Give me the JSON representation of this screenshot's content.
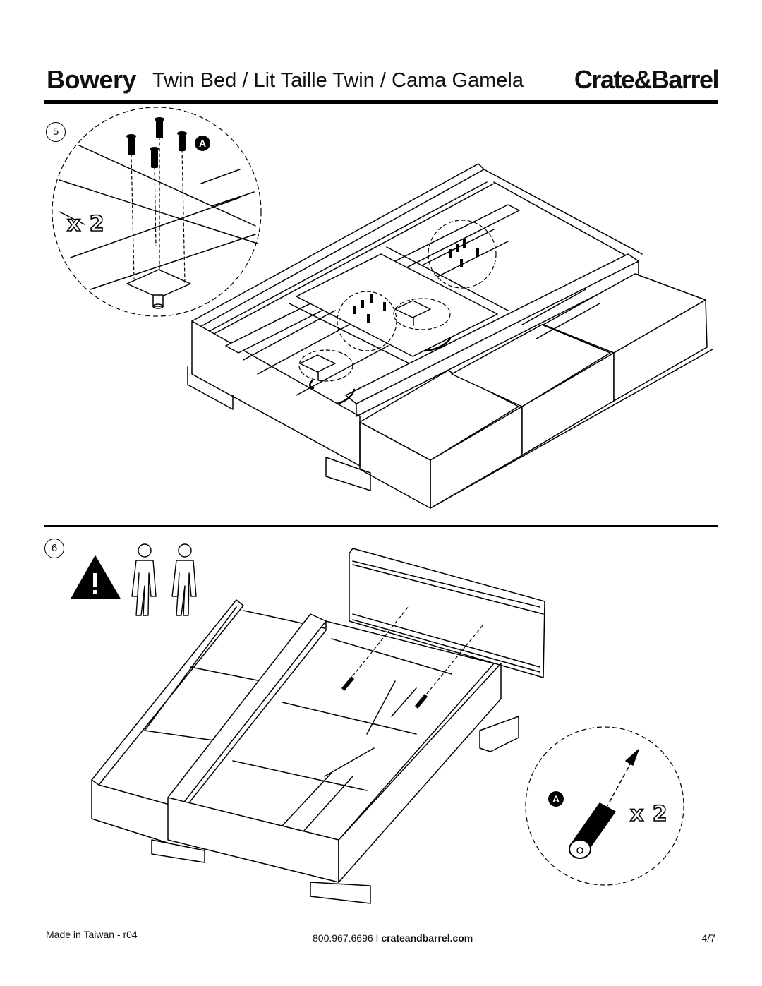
{
  "header": {
    "title_bold": "Bowery",
    "title_rest": "Twin Bed / Lit Taille Twin / Cama Gamela",
    "brand": "Crate&Barrel"
  },
  "steps": [
    {
      "number": "5",
      "part_label": "A",
      "quantity": "x 2"
    },
    {
      "number": "6",
      "part_label": "A",
      "quantity": "x 2"
    }
  ],
  "footer": {
    "made_in": "Made in Taiwan - r04",
    "phone": "800.967.6696",
    "separator": "I",
    "website": "crateandbarrel.com",
    "page": "4/7"
  },
  "icons": [
    "warning-icon",
    "two-person-icon",
    "screw-icon",
    "rotate-arrow-icon"
  ]
}
